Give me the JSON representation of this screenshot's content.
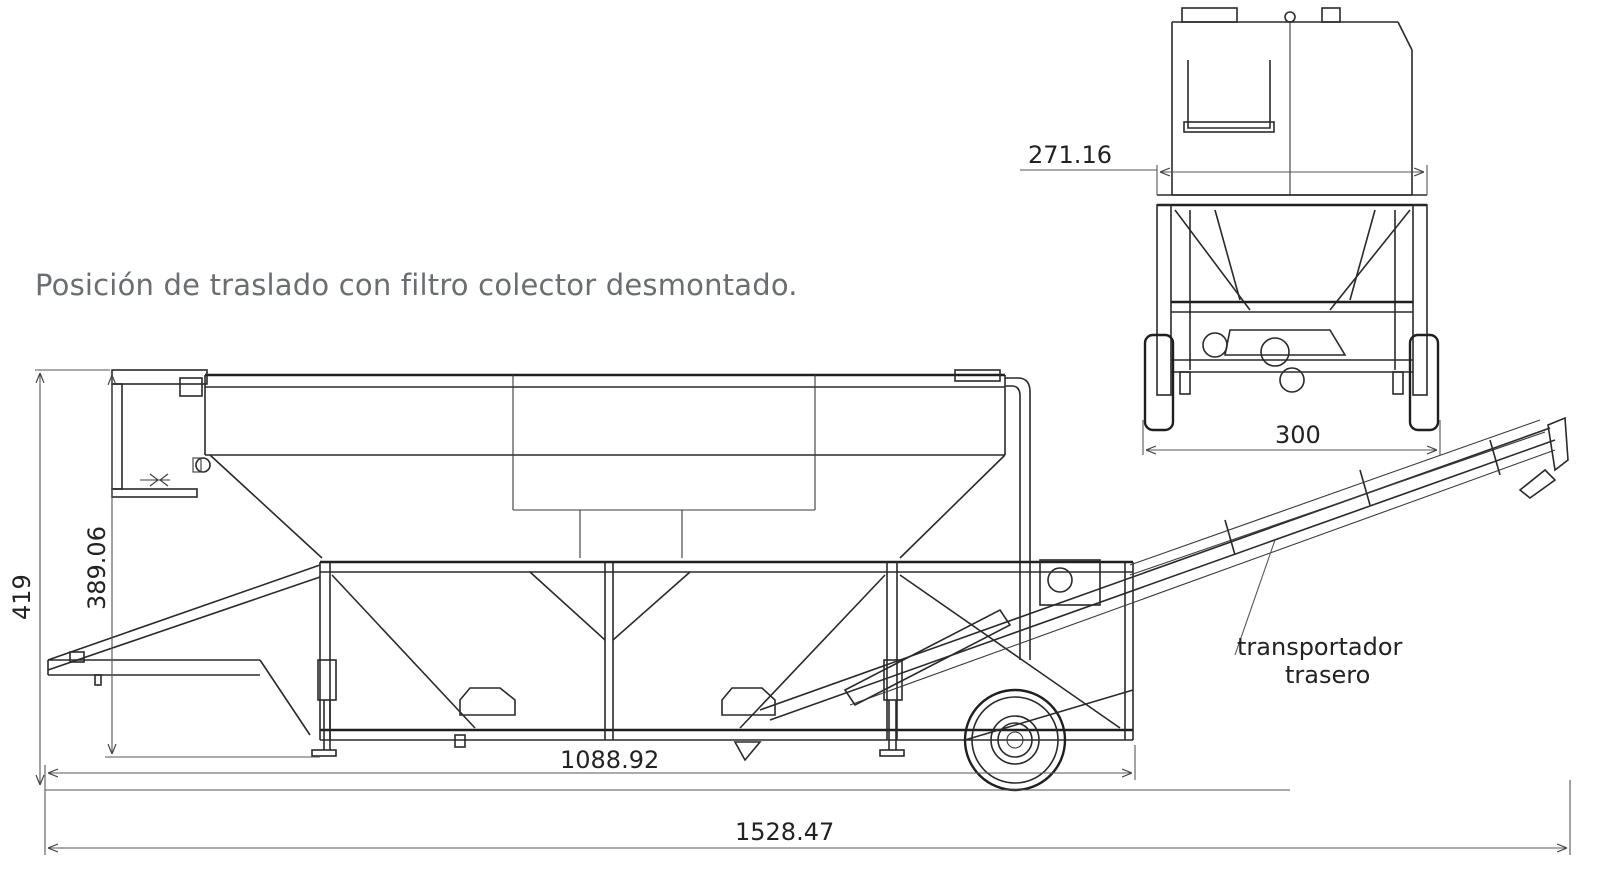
{
  "caption": "Posición de traslado con filtro colector desmontado.",
  "dimensions": {
    "overall_length": "1528.47",
    "frame_length": "1088.92",
    "overall_height": "419",
    "hopper_height": "389.06",
    "rear_width_top": "271.16",
    "rear_width": "300"
  },
  "labels": {
    "conveyor_line1": "transportador",
    "conveyor_line2": "trasero"
  }
}
